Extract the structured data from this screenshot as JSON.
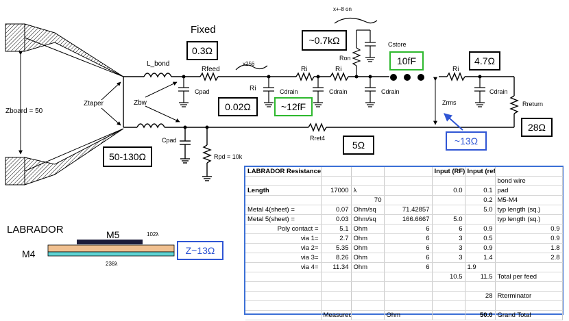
{
  "labels": {
    "fixed": "Fixed",
    "l_bond": "L_bond",
    "rfeed": "Rfeed",
    "x256": "x256",
    "ri": "Ri",
    "cpad": "Cpad",
    "cdrain": "Cdrain",
    "ron": "Ron",
    "cstore": "Cstore",
    "x_on": "x+-8 on",
    "zboard": "Zboard = 50",
    "ztaper": "Ztaper",
    "zbw": "Zbw",
    "zrms": "Zrms",
    "rreturn": "Rreturn",
    "rret4": "Rret4",
    "rpd": "Rpd = 10k"
  },
  "value_boxes": {
    "r03": "0.3Ω",
    "r07k": "~0.7kΩ",
    "c10f": "10fF",
    "r47": "4.7Ω",
    "r002": "0.02Ω",
    "c12f": "~12fF",
    "r28": "28Ω",
    "r5": "5Ω",
    "r13": "~13Ω",
    "r50_130": "50-130Ω",
    "z13": "Z~13Ω"
  },
  "stackup": {
    "chip": "LABRADOR",
    "m5": "M5",
    "m4": "M4",
    "w_top": "102λ",
    "w_bot": "238λ"
  },
  "table": {
    "rows": [
      [
        "LABRADOR Resistance Estimate",
        "",
        "",
        "",
        "Input (RF)",
        "Input (ref)",
        ""
      ],
      [
        "",
        "",
        "",
        "",
        "",
        "",
        "bond wire"
      ],
      [
        "Length",
        "17000",
        "λ",
        "",
        "0.0",
        "0.1",
        "pad"
      ],
      [
        "",
        "",
        "70",
        "",
        "",
        "0.2",
        "M5-M4"
      ],
      [
        "Metal 4(sheet) =",
        "0.07",
        "Ohm/sq",
        "71.42857",
        "",
        "5.0",
        "typ length (sq.)"
      ],
      [
        "Metal 5(sheet) =",
        "0.03",
        "Ohm/sq",
        "166.6667",
        "5.0",
        "",
        "typ length (sq.)"
      ],
      [
        "Poly contact =",
        "5.1",
        "Ohm",
        "6",
        "6",
        "0.9",
        "0.9"
      ],
      [
        "via 1=",
        "2.7",
        "Ohm",
        "6",
        "3",
        "0.5",
        "0.9"
      ],
      [
        "via 2=",
        "5.35",
        "Ohm",
        "6",
        "3",
        "0.9",
        "1.8"
      ],
      [
        "via 3=",
        "8.26",
        "Ohm",
        "6",
        "3",
        "1.4",
        "2.8"
      ],
      [
        "via 4=",
        "11.34",
        "Ohm",
        "6",
        "",
        "1.9",
        ""
      ],
      [
        "",
        "",
        "",
        "",
        "10.5",
        "11.5",
        "Total per feed"
      ],
      [
        "",
        "",
        "",
        "",
        "",
        "",
        ""
      ],
      [
        "",
        "",
        "",
        "",
        "",
        "28",
        "Rterminator"
      ],
      [
        "",
        "",
        "",
        "",
        "",
        "",
        ""
      ],
      [
        "",
        "Measured:",
        "",
        "Ohm",
        "",
        "50.0",
        "Grand Total"
      ]
    ]
  }
}
